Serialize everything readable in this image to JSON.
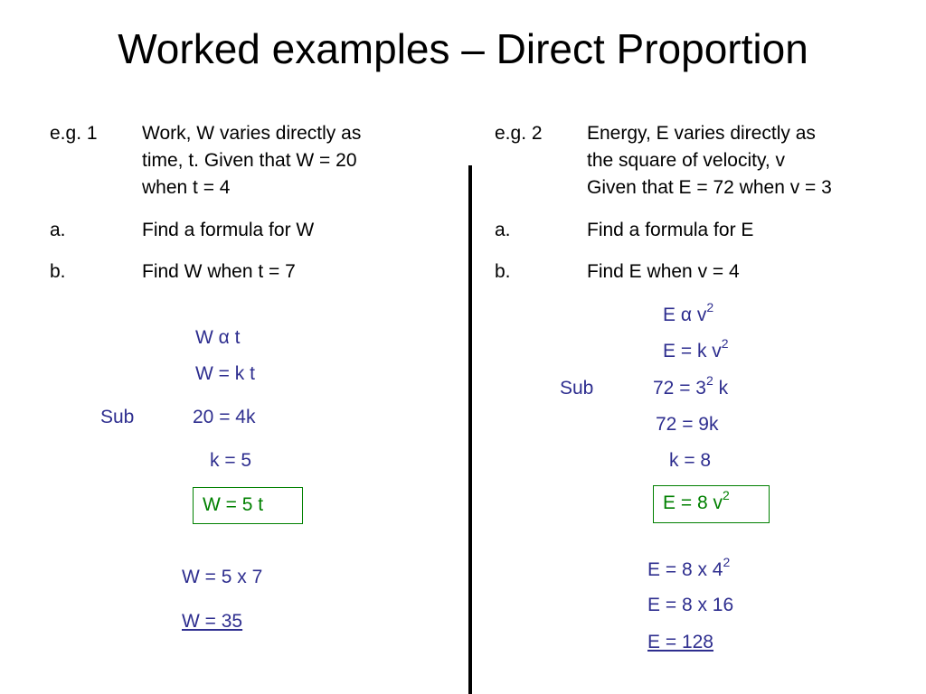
{
  "slide": {
    "title": "Worked examples – Direct Proportion",
    "alpha_symbol": "α"
  },
  "example1": {
    "label": "e.g. 1",
    "statement_lines": [
      "Work, W varies directly as",
      "time, t. Given that W = 20",
      "when t = 4"
    ],
    "part_a_label": "a.",
    "part_a_text": "Find a formula for W",
    "part_b_label": "b.",
    "part_b_text": "Find W when t = 7",
    "work": {
      "prop_left": "W",
      "prop_right": "t",
      "equation": "W = k t",
      "sub_label": "Sub",
      "sub_equation": "20 = 4k",
      "k_result": "k = 5",
      "formula": "W = 5 t",
      "calc": "W = 5 x 7",
      "answer": "W = 35"
    }
  },
  "example2": {
    "label": "e.g. 2",
    "statement_lines": [
      "Energy, E varies directly as",
      "the square of velocity, v",
      "Given that E = 72 when v = 3"
    ],
    "part_a_label": "a.",
    "part_a_text": "Find a formula for E",
    "part_b_label": "b.",
    "part_b_text": "Find E when v = 4",
    "work": {
      "prop_left": "E",
      "prop_right": "v",
      "exp": "2",
      "equation_base": "E = k v",
      "sub_label": "Sub",
      "sub_left": "72 = 3",
      "sub_right": " k",
      "step2": "72 = 9k",
      "k_result": "k = 8",
      "formula_base": "E = 8 v",
      "calc1_base": "E = 8 x 4",
      "calc2": "E = 8 x 16",
      "answer": "E = 128"
    }
  },
  "colors": {
    "work_text": "#2e2e8f",
    "formula_green": "#008000",
    "divider": "#000000"
  }
}
